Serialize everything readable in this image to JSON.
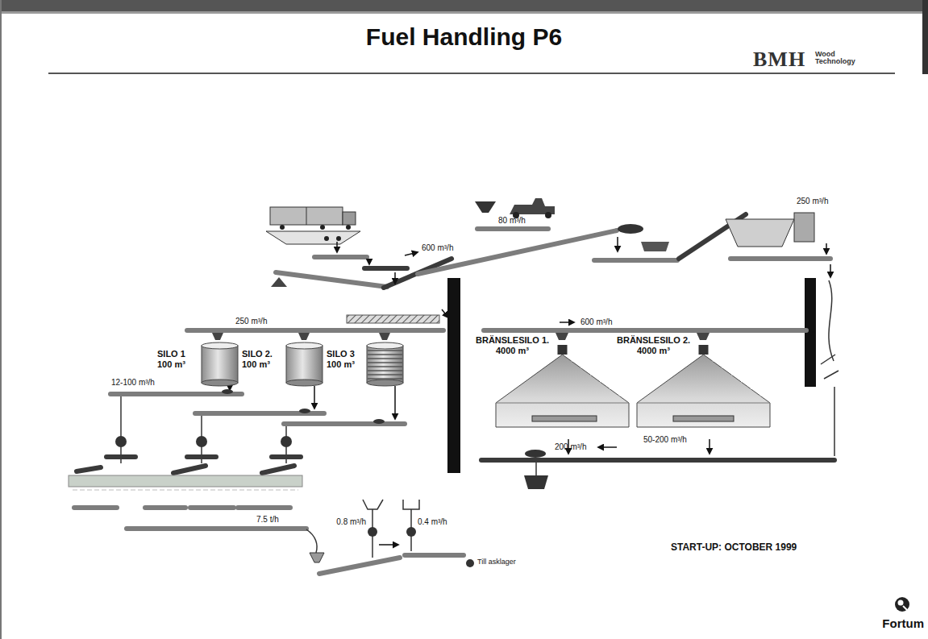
{
  "diagram": {
    "title": "Fuel Handling P6",
    "nodes": [
      {
        "text": [
          "SILO 1",
          "100 m³"
        ]
      },
      {
        "text": [
          "SILO 2.",
          "100 m³"
        ]
      },
      {
        "text": [
          "SILO 3",
          "100 m³"
        ]
      },
      {
        "text": [
          "BRÄNSLESILO 1.",
          "4000 m³"
        ]
      },
      {
        "text": [
          "BRÄNSLESILO 2.",
          "4000 m³"
        ]
      }
    ],
    "labels": [
      "BMH",
      "Wood Technology",
      "80 m³/h",
      "600 m³/h",
      "250 m³/h",
      "600 m³/h",
      "250 m³/h",
      "12-100 m³/h",
      "50-200 m³/h",
      "200 m³/h",
      "0.8 m³/h",
      "0.4 m³/h",
      "7.5 t/h",
      "Till asklager",
      "START-UP: OCTOBER 1999",
      "Fortum"
    ]
  }
}
